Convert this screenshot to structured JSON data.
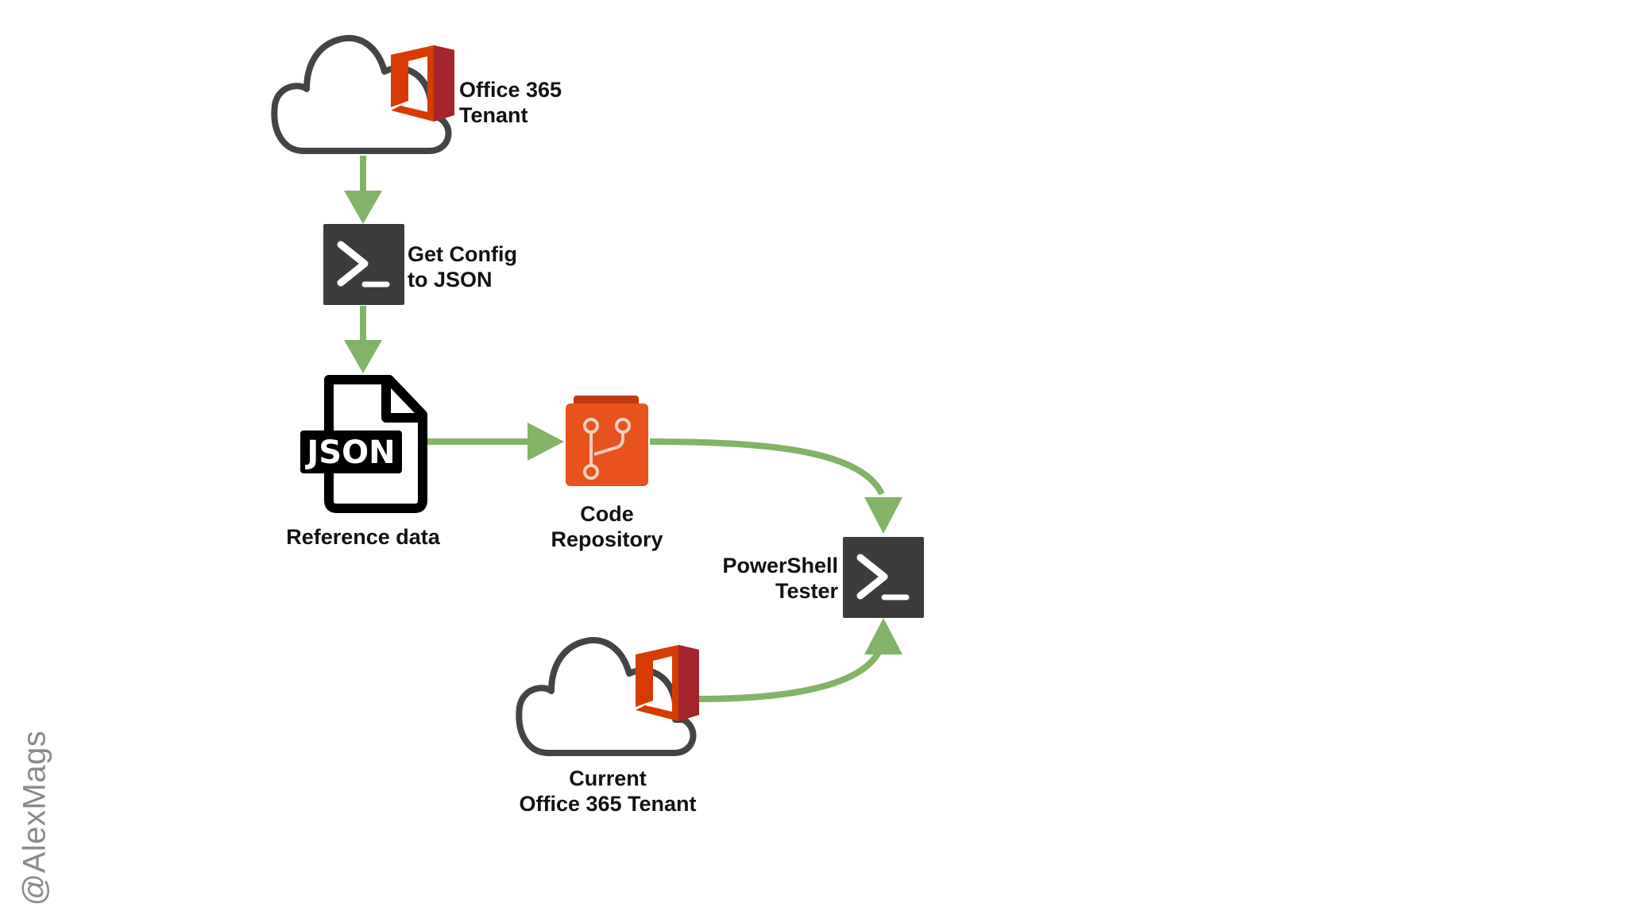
{
  "nodes": {
    "office_tenant": {
      "line1": "Office 365",
      "line2": "Tenant"
    },
    "get_config": {
      "line1": "Get Config",
      "line2": "to JSON"
    },
    "json_file": {
      "badge_text": "JSON",
      "label": "Reference data"
    },
    "code_repo": {
      "line1": "Code",
      "line2": "Repository"
    },
    "powershell_tester": {
      "line1": "PowerShell",
      "line2": "Tester"
    },
    "current_tenant": {
      "line1": "Current",
      "line2": "Office 365 Tenant"
    }
  },
  "watermark": "@AlexMags",
  "colors": {
    "arrow": "#82b366",
    "cloud_outline": "#444444",
    "office_red": "#d83b01",
    "office_red_dark": "#a4262c",
    "powershell_bg": "#3c3c3c",
    "repo_orange": "#e8521d",
    "json_black": "#000000"
  },
  "icons": [
    "cloud-icon",
    "office-logo-icon",
    "powershell-icon",
    "json-file-icon",
    "git-repo-icon"
  ]
}
